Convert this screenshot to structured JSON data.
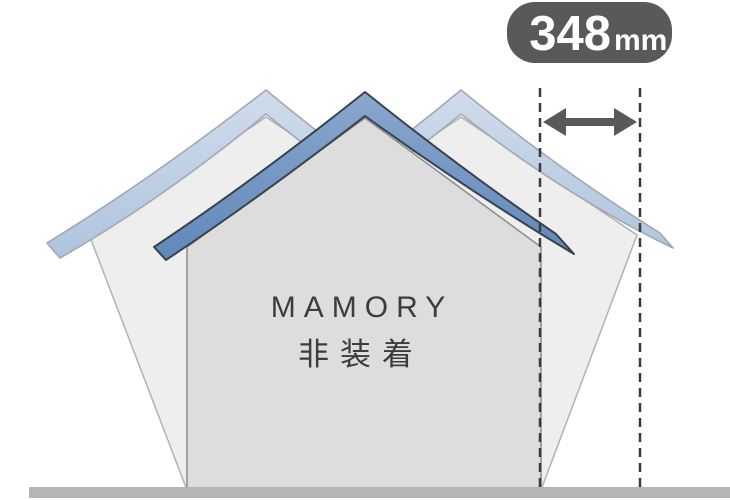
{
  "diagram": {
    "title_none": "",
    "measurement_badge": {
      "value": "348",
      "unit": "mm"
    },
    "house_label": {
      "line1": "MAMORY",
      "line2": "非装着"
    },
    "colors": {
      "background": "#ffffff",
      "badge_bg": "#59595b",
      "badge_text": "#ffffff",
      "arrow": "#58595b",
      "dashed_line": "#3b3b3b",
      "ground": "#b5b5b6",
      "front_body_fill": "#dddddd",
      "front_body_stroke": "#8c8c8c",
      "back_body_fill": "#eeeeef",
      "back_body_stroke": "#b2b2b2",
      "front_roof_top": "#8aa7ce",
      "front_roof_bottom": "#5f88ba",
      "front_roof_stroke": "#3a424c",
      "back_roof_top": "#d0dcec",
      "back_roof_bottom": "#aec4df",
      "back_roof_stroke": "#a3a8ae",
      "label_text": "#3c3c3c"
    }
  }
}
